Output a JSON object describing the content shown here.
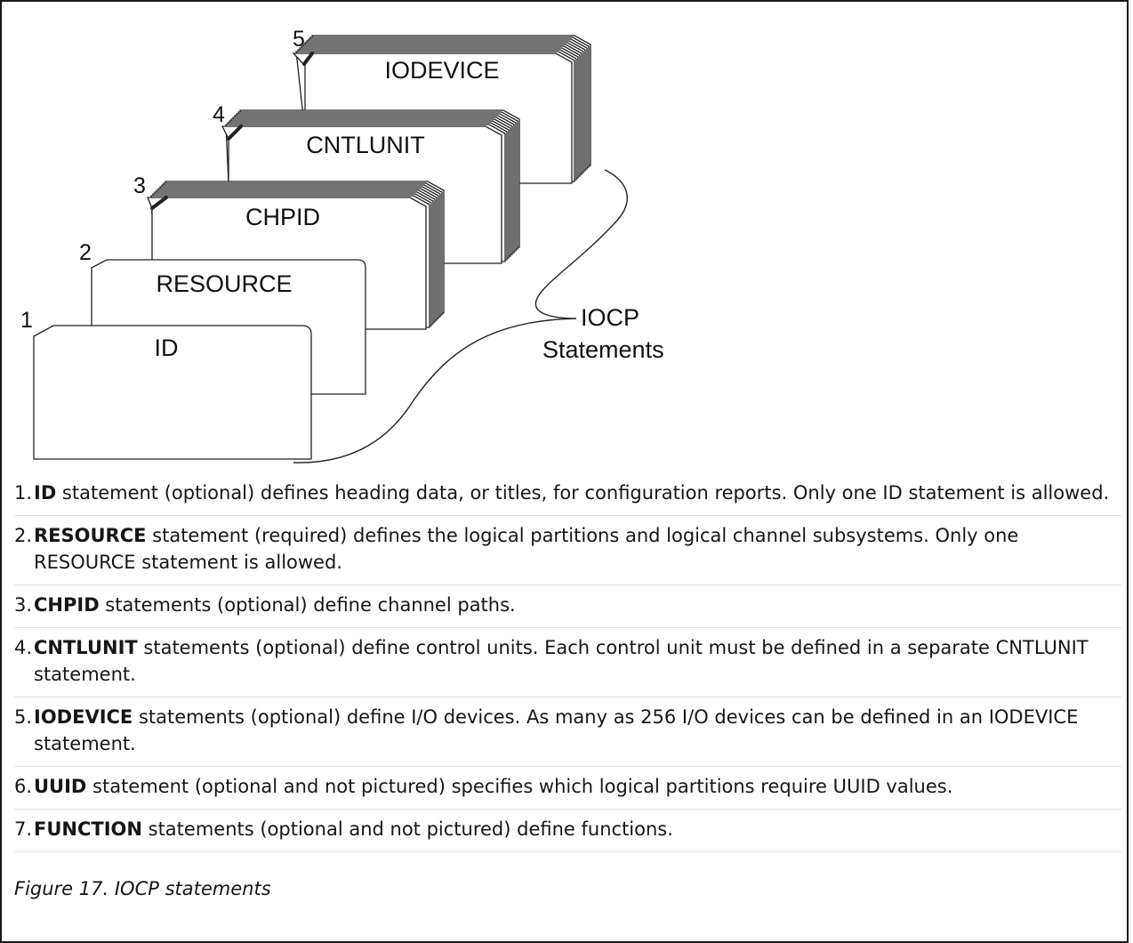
{
  "diagram": {
    "cards": [
      {
        "number": "5",
        "label": "IODEVICE"
      },
      {
        "number": "4",
        "label": "CNTLUNIT"
      },
      {
        "number": "3",
        "label": "CHPID"
      },
      {
        "number": "2",
        "label": "RESOURCE"
      },
      {
        "number": "1",
        "label": "ID"
      }
    ],
    "callout": {
      "line1": "IOCP",
      "line2": "Statements"
    }
  },
  "items": [
    {
      "num": "1.",
      "keyword": "ID",
      "text": " statement (optional) defines heading data, or titles, for configuration reports. Only one ID statement is allowed."
    },
    {
      "num": "2.",
      "keyword": "RESOURCE",
      "text": " statement (required) defines the logical partitions and logical channel subsystems. Only one RESOURCE statement is allowed."
    },
    {
      "num": "3.",
      "keyword": "CHPID",
      "text": " statements (optional) define channel paths."
    },
    {
      "num": "4.",
      "keyword": "CNTLUNIT",
      "text": " statements (optional) define control units. Each control unit must be defined in a separate CNTLUNIT statement."
    },
    {
      "num": "5.",
      "keyword": "IODEVICE",
      "text": " statements (optional) define I/O devices. As many as 256 I/O devices can be defined in an IODEVICE statement."
    },
    {
      "num": "6.",
      "keyword": "UUID",
      "text": " statement (optional and not pictured) specifies which logical partitions require UUID values."
    },
    {
      "num": "7.",
      "keyword": "FUNCTION",
      "text": " statements (optional and not pictured) define functions."
    }
  ],
  "caption": "Figure 17. IOCP statements"
}
